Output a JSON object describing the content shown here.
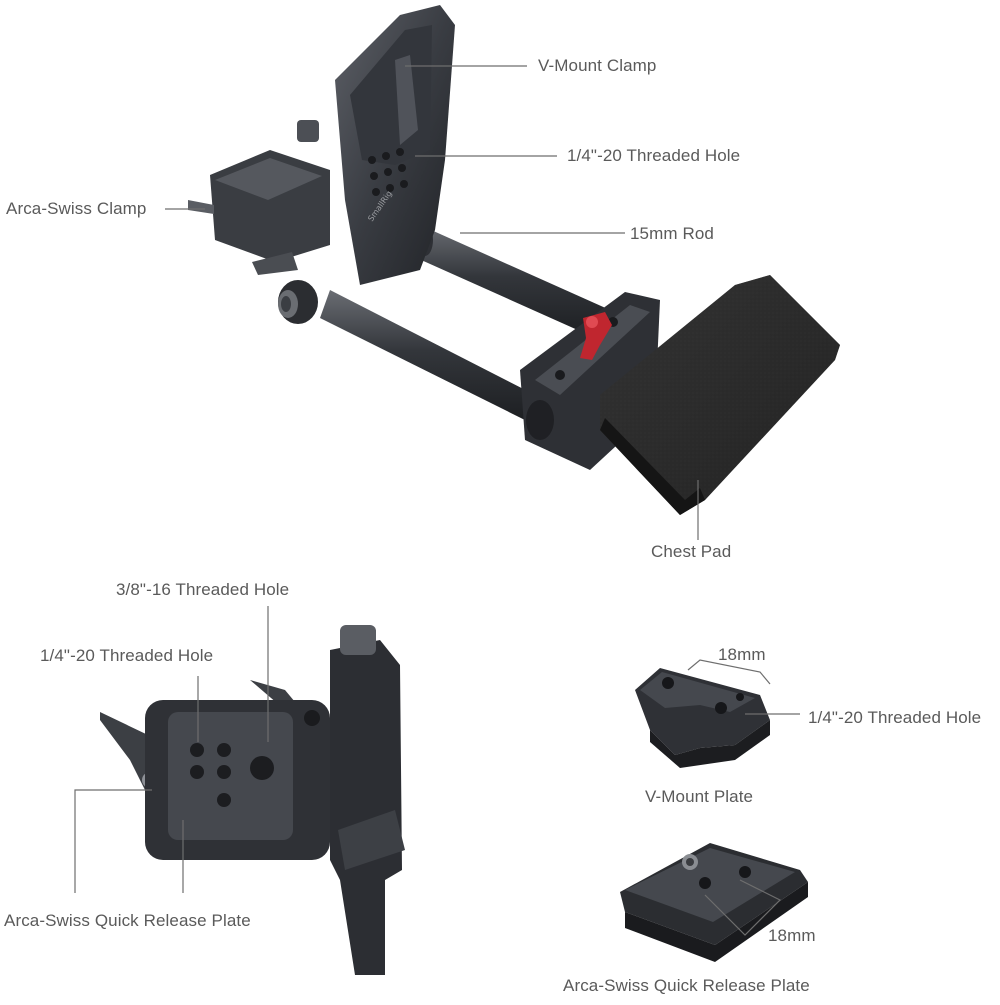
{
  "labels": {
    "vmount_clamp": "V-Mount Clamp",
    "threaded_hole_top": "1/4\"-20 Threaded Hole",
    "arca_swiss_clamp": "Arca-Swiss Clamp",
    "rod_15mm": "15mm Rod",
    "chest_pad": "Chest Pad",
    "threaded_hole_38": "3/8\"-16 Threaded Hole",
    "threaded_hole_bottom_left": "1/4\"-20 Threaded Hole",
    "arca_qr_plate_left": "Arca-Swiss Quick Release Plate",
    "dim_18mm_vmount": "18mm",
    "threaded_hole_vmount_plate": "1/4\"-20 Threaded Hole",
    "vmount_plate": "V-Mount Plate",
    "dim_18mm_arca": "18mm",
    "arca_qr_plate_right": "Arca-Swiss Quick Release Plate"
  },
  "brand_engraving": "SmallRig",
  "colors": {
    "metal_dark": "#2b2d31",
    "metal_mid": "#45484e",
    "metal_light": "#6b6e74",
    "pad_foam": "#2a2a2a",
    "knob_red": "#c0262f",
    "leader_line": "#6e6e6e",
    "label_text": "#5a5a5a"
  }
}
